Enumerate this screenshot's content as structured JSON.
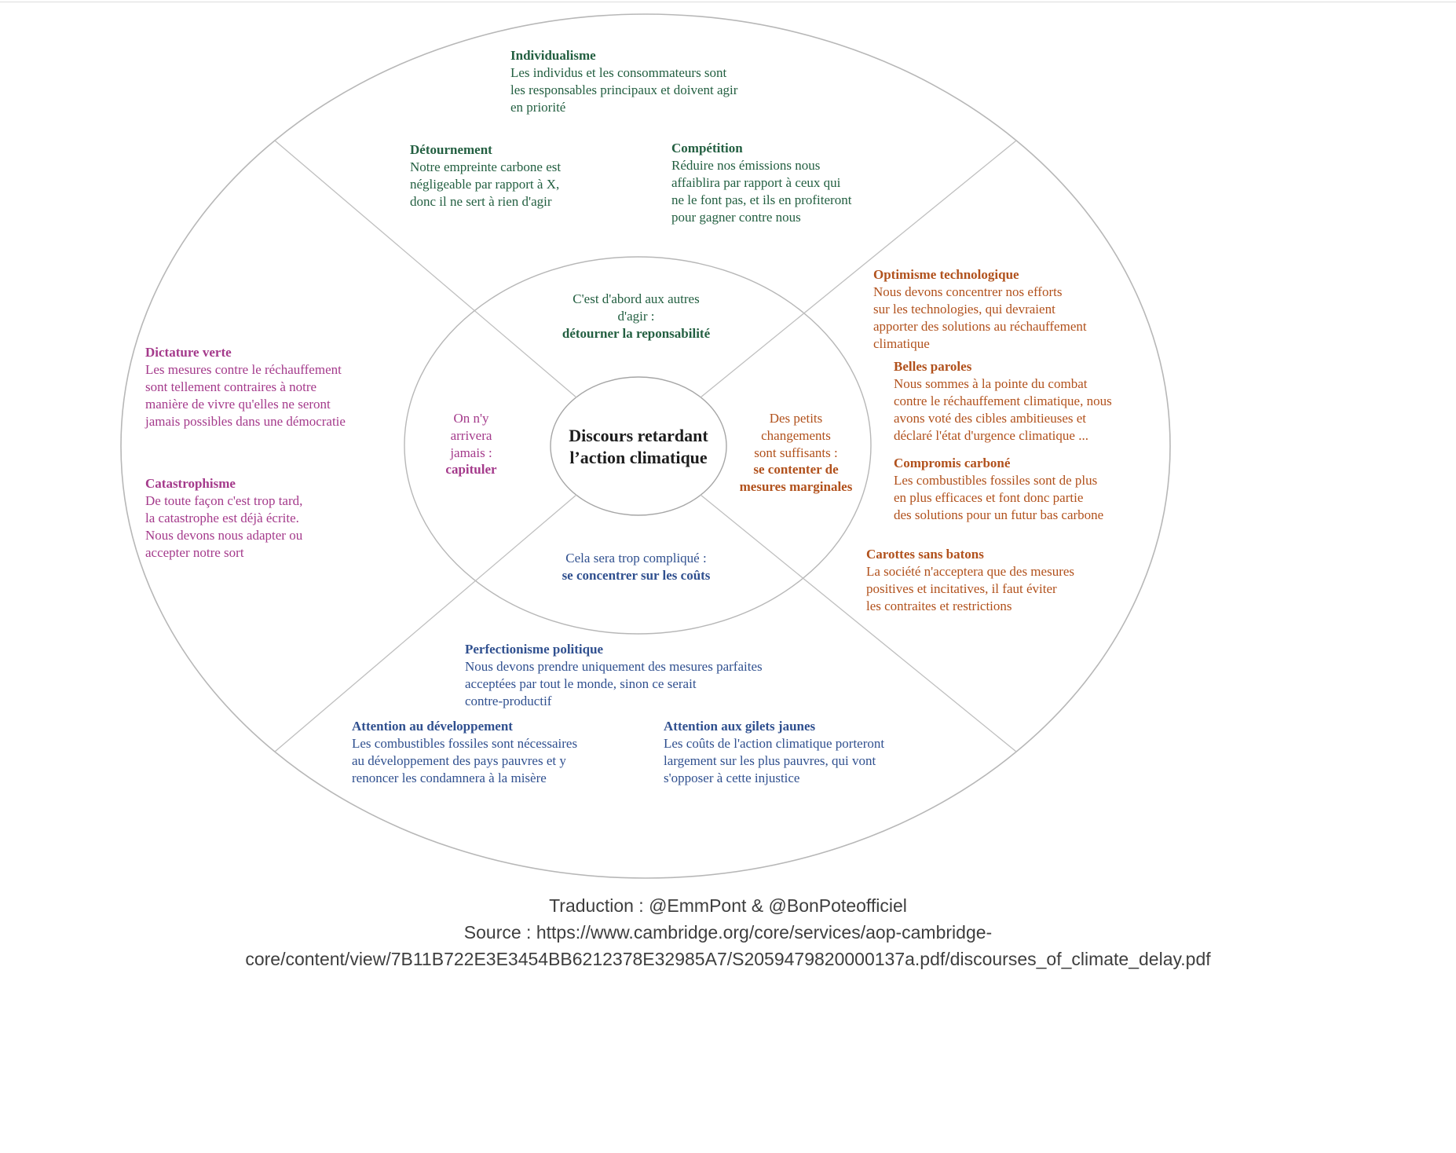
{
  "palette": {
    "green": "#235f41",
    "orange": "#b1511c",
    "magenta": "#a43a8b",
    "blue": "#30508f",
    "ring_gray": "#b7b7b7",
    "center_text": "#1d1d1d"
  },
  "center": {
    "title": "Discours retardant\nl’action climatique"
  },
  "strategies": {
    "top": {
      "intro": "C'est d'abord aux autres\nd'agir :",
      "action": "détourner la reponsabilité"
    },
    "left": {
      "intro": "On n'y\narrivera\njamais :",
      "action": "capituler"
    },
    "right": {
      "intro": "Des petits\nchangements\nsont suffisants :",
      "action": "se contenter de\nmesures marginales"
    },
    "bottom": {
      "intro": "Cela sera trop compliqué :",
      "action": "se concentrer sur les coûts"
    }
  },
  "items": {
    "individualisme": {
      "title": "Individualisme",
      "body": "Les individus et les consommateurs sont\nles responsables principaux et doivent agir\nen priorité"
    },
    "detournement": {
      "title": "Détournement",
      "body": "Notre empreinte carbone est\nnégligeable par rapport à X,\ndonc il ne sert à rien d'agir"
    },
    "competition": {
      "title": "Compétition",
      "body": "Réduire nos émissions nous\naffaiblira par rapport à ceux qui\nne le font pas, et ils en profiteront\npour gagner contre nous"
    },
    "optimisme_technologique": {
      "title": "Optimisme technologique",
      "body": "Nous devons concentrer nos efforts\nsur les technologies, qui devraient\napporter des solutions au réchauffement\nclimatique"
    },
    "belles_paroles": {
      "title": "Belles paroles",
      "body": "Nous sommes à la pointe du combat\ncontre le réchauffement climatique, nous\navons voté des cibles ambitieuses et\ndéclaré l'état d'urgence climatique ..."
    },
    "compromis_carbone": {
      "title": "Compromis carboné",
      "body": "Les combustibles fossiles sont de plus\nen plus efficaces et font donc partie\ndes solutions pour un futur bas carbone"
    },
    "carottes_sans_batons": {
      "title": "Carottes sans batons",
      "body": "La société n'acceptera que des mesures\npositives et incitatives, il faut éviter\nles contraites et restrictions"
    },
    "dictature_verte": {
      "title": "Dictature verte",
      "body": "Les mesures contre le réchauffement\nsont tellement contraires à notre\nmanière de vivre qu'elles ne seront\njamais possibles dans une démocratie"
    },
    "catastrophisme": {
      "title": "Catastrophisme",
      "body": "De toute façon c'est trop tard,\nla catastrophe est déjà écrite.\nNous devons nous adapter ou\naccepter notre sort"
    },
    "perfectionisme_politique": {
      "title": "Perfectionisme politique",
      "body": "Nous devons prendre uniquement des mesures parfaites\nacceptées par tout le monde, sinon ce serait\ncontre-productif"
    },
    "attention_developpement": {
      "title": "Attention au développement",
      "body": "Les combustibles fossiles sont nécessaires\nau développement des pays pauvres et y\nrenoncer les condamnera à la misère"
    },
    "attention_gilets_jaunes": {
      "title": "Attention aux gilets jaunes",
      "body": "Les coûts de l'action climatique porteront\nlargement sur les plus pauvres, qui vont\ns'opposer à cette injustice"
    }
  },
  "footer": {
    "line1": "Traduction : @EmmPont & @BonPoteofficiel",
    "line2": "Source : https://www.cambridge.org/core/services/aop-cambridge-",
    "line3": "core/content/view/7B11B722E3E3454BB6212378E32985A7/S2059479820000137a.pdf/discourses_of_climate_delay.pdf"
  }
}
